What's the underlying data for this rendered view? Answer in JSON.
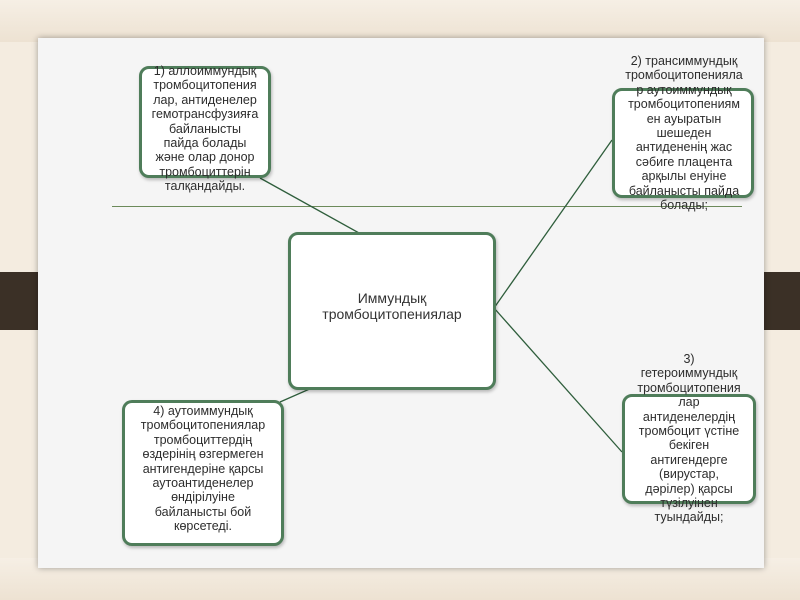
{
  "diagram": {
    "center": {
      "label": "Иммундық\nтромбоцитопениялар"
    },
    "nodes": [
      {
        "id": "1",
        "text": "1) аллоиммундық\nтромбоцитопения\nлар, антиденелер\nгемотрансфузияға\nбайланысты\nпайда болады\nжәне олар донор\nтромбоциттерін\nталқандайды."
      },
      {
        "id": "2",
        "text": "2) трансиммундық\nтромбоцитопенияла\nр аутоиммундық\nтромбоцитопениям\nен ауыратын\nшешеден\nантидененің жас\nсәбиге плацента\nарқылы енуіне\nбайланысты пайда\nболады;"
      },
      {
        "id": "3",
        "text": "3)\nгетероиммундық\nтромбоцитопения\nлар\nантиденелердің\nтромбоцит үстіне\nбекіген\nантигендерге\n(вирустар,\nдәрілер) қарсы\nтүзілуінен\nтуындайды;"
      },
      {
        "id": "4",
        "text": "4) аутоиммундық\nтромбоцитопениялар\nтромбоциттердің\nөздерінің өзгермеген\nантигендеріне қарсы\nаутоантиденелер\nөндірілуіне\nбайланысты бой\nкөрсетеді."
      }
    ]
  },
  "colors": {
    "box_border": "#4f7d5a",
    "connector": "#2f5e3c",
    "frame_dark": "#3b3026"
  }
}
